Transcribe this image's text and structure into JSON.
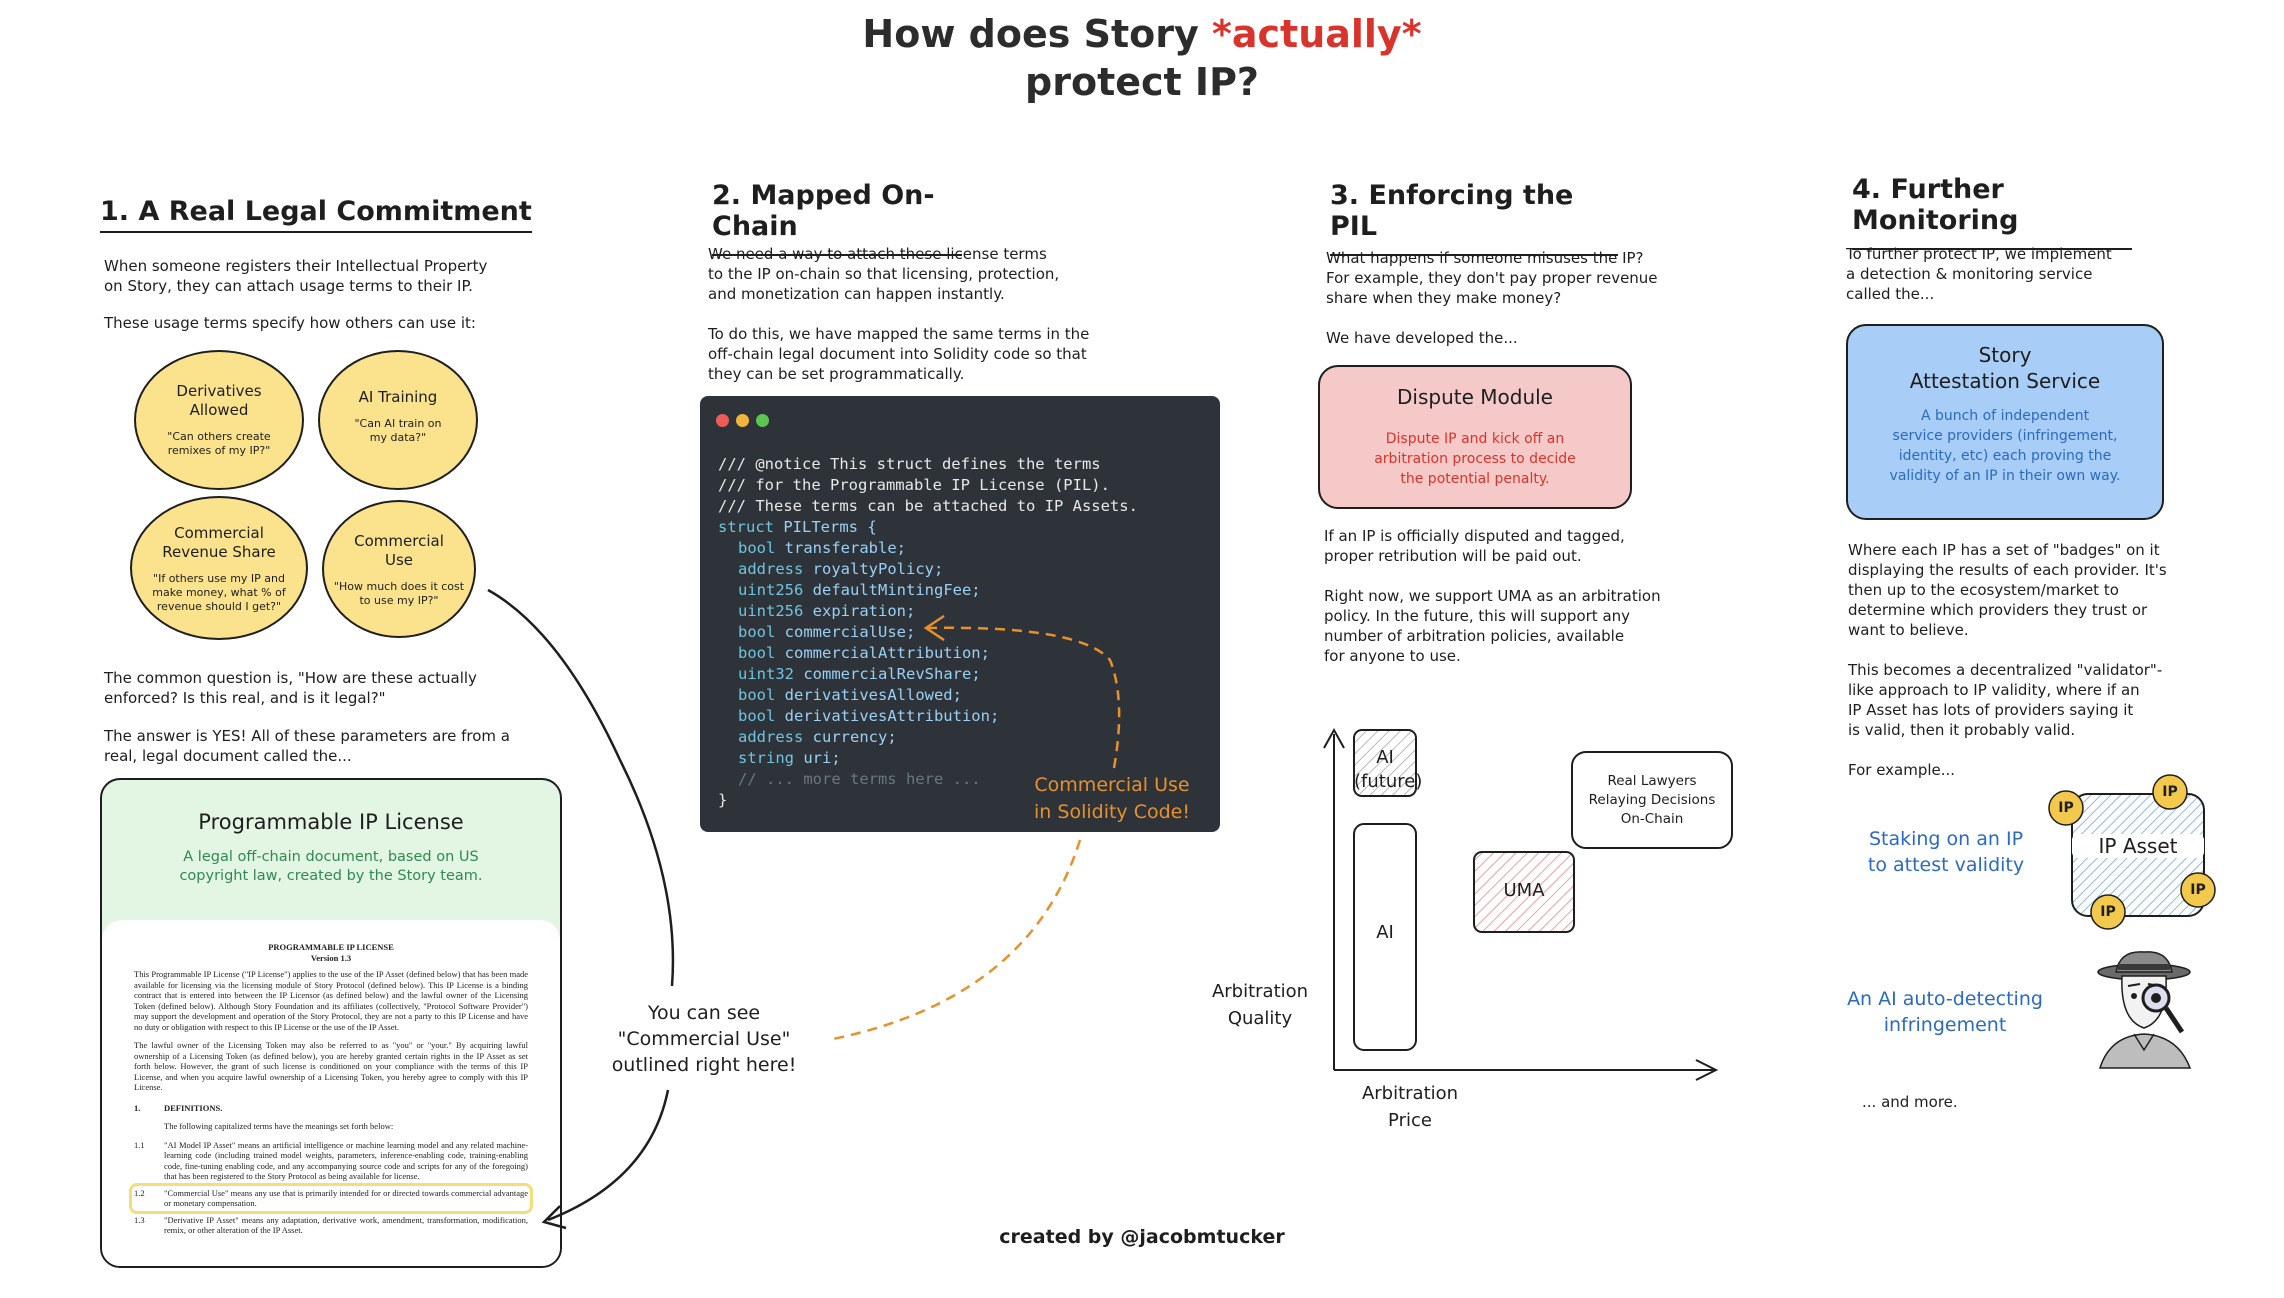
{
  "title": {
    "part1": "How does Story ",
    "accent": "*actually*",
    "part2": "protect IP?"
  },
  "footer": "created by @jacobmtucker",
  "s1": {
    "heading": "1. A Real Legal Commitment",
    "p1a": "When someone registers their Intellectual Property",
    "p1b": "on Story, they can attach usage terms to their IP.",
    "p2": "These usage terms specify how others can use it:",
    "bubbles": [
      {
        "t1": "Derivatives",
        "t2": "Allowed",
        "q1": "\"Can others create",
        "q2": "remixes of my IP?\""
      },
      {
        "t1": "AI Training",
        "t2": "",
        "q1": "\"Can AI train on",
        "q2": "my data?\""
      },
      {
        "t1": "Commercial",
        "t2": "Revenue Share",
        "q1": "\"If others use my IP and",
        "q2": "make money, what % of",
        "q3": "revenue should I get?\""
      },
      {
        "t1": "Commercial",
        "t2": "Use",
        "q1": "\"How much does it cost",
        "q2": "to use my IP?\""
      }
    ],
    "p3a": "The common question is, \"How are these actually",
    "p3b": "enforced? Is this real, and is it legal?\"",
    "p4a": "The answer is YES! All of these parameters are from a",
    "p4b": "real, legal document called the...",
    "pil_title": "Programmable IP License",
    "pil_sub1": "A legal off-chain document, based on US",
    "pil_sub2": "copyright law, created by the Story team.",
    "doc": {
      "h1": "PROGRAMMABLE IP LICENSE",
      "h2": "Version 1.3",
      "para1": "This Programmable IP License (\"IP License\") applies to the use of the IP Asset (defined below) that has been made available for licensing via the licensing module of Story Protocol (defined below). This IP License is a binding contract that is entered into between the IP Licensor (as defined below) and the lawful owner of the Licensing Token (defined below). Although Story Foundation and its affiliates (collectively, \"Protocol Software Provider\") may support the development and operation of the Story Protocol, they are not a party to this IP License and have no duty or obligation with respect to this IP License or the use of the IP Asset.",
      "para2": "The lawful owner of the Licensing Token may also be referred to as \"you\" or \"your.\" By acquiring lawful ownership of a Licensing Token (as defined below), you are hereby granted certain rights in the IP Asset as set forth below. However, the grant of such license is conditioned on your compliance with the terms of this IP License, and when you acquire lawful ownership of a Licensing Token, you hereby agree to comply with this IP License.",
      "def_num": "1.",
      "def_h": "DEFINITIONS.",
      "def_intro": "The following capitalized terms have the meanings set forth below:",
      "d11n": "1.1",
      "d11": "\"AI Model IP Asset\" means an artificial intelligence or machine learning model and any related machine-learning code (including trained model weights, parameters, inference-enabling code, training-enabling code, fine-tuning enabling code, and any accompanying source code and scripts for any of the foregoing) that has been registered to the Story Protocol as being available for license.",
      "d12n": "1.2",
      "d12": "\"Commercial Use\" means any use that is primarily intended for or directed towards commercial advantage or monetary compensation.",
      "d13n": "1.3",
      "d13": "\"Derivative IP Asset\" means any adaptation, derivative work, amendment, transformation, modification, remix, or other alteration of the IP Asset."
    },
    "callout1": "You can see",
    "callout2": "\"Commercial Use\"",
    "callout3": "outlined right here!"
  },
  "s2": {
    "heading": "2. Mapped On-Chain",
    "p1a": "We need a way to attach these license terms",
    "p1b": "to the IP on-chain so that licensing, protection,",
    "p1c": "and monetization can happen instantly.",
    "p2a": "To do this, we have mapped the same terms in the",
    "p2b": "off-chain legal document into Solidity code so that",
    "p2c": "they can be set programmatically.",
    "code": {
      "c1": "/// @notice This struct defines the terms",
      "c2": "/// for the Programmable IP License (PIL).",
      "c3": "/// These terms can be attached to IP Assets.",
      "struct_kw": "struct",
      "struct_name": "PILTerms {",
      "fields": [
        {
          "type": "bool",
          "name": "transferable;"
        },
        {
          "type": "address",
          "name": "royaltyPolicy;"
        },
        {
          "type": "uint256",
          "name": "defaultMintingFee;"
        },
        {
          "type": "uint256",
          "name": "expiration;"
        },
        {
          "type": "bool",
          "name": "commercialUse;"
        },
        {
          "type": "bool",
          "name": "commercialAttribution;"
        },
        {
          "type": "uint32",
          "name": "commercialRevShare;"
        },
        {
          "type": "bool",
          "name": "derivativesAllowed;"
        },
        {
          "type": "bool",
          "name": "derivativesAttribution;"
        },
        {
          "type": "address",
          "name": "currency;"
        },
        {
          "type": "string",
          "name": "uri;"
        }
      ],
      "more": "// ... more terms here ...",
      "close": "}"
    },
    "callout1": "Commercial Use",
    "callout2": "in Solidity Code!"
  },
  "s3": {
    "heading": "3. Enforcing the PIL",
    "p1a": "What happens if someone misuses the IP?",
    "p1b": "For example, they don't pay proper revenue",
    "p1c": "share when they make money?",
    "p2": "We have developed the...",
    "dispute_title": "Dispute Module",
    "dispute1": "Dispute IP and kick off an",
    "dispute2": "arbitration process to decide",
    "dispute3": "the potential penalty.",
    "p3a": "If an IP is officially disputed and tagged,",
    "p3b": "proper retribution will be paid out.",
    "p4a": "Right now, we support UMA as an arbitration",
    "p4b": "policy. In the future, this will support any",
    "p4c": "number of arbitration policies, available",
    "p4d": "for anyone to use.",
    "chart": {
      "ylabel1": "Arbitration",
      "ylabel2": "Quality",
      "xlabel1": "Arbitration",
      "xlabel2": "Price",
      "ai_future1": "AI",
      "ai_future2": "(future)",
      "ai": "AI",
      "uma": "UMA",
      "lawyers1": "Real Lawyers",
      "lawyers2": "Relaying Decisions",
      "lawyers3": "On-Chain"
    }
  },
  "s4": {
    "heading": "4. Further Monitoring",
    "p1a": "To further protect IP, we implement",
    "p1b": "a detection & monitoring service",
    "p1c": "called the...",
    "sas_title1": "Story",
    "sas_title2": "Attestation Service",
    "sas1": "A bunch of independent",
    "sas2": "service providers (infringement,",
    "sas3": "identity, etc) each proving the",
    "sas4": "validity of an IP in their own way.",
    "p2a": "Where each IP has a set of \"badges\" on it",
    "p2b": "displaying the results of each provider. It's",
    "p2c": "then up to the ecosystem/market to",
    "p2d": "determine which providers they trust or",
    "p2e": "want to believe.",
    "p3a": "This becomes a decentralized \"validator\"-",
    "p3b": "like approach to IP validity, where if an",
    "p3c": "IP Asset has lots of providers saying it",
    "p3d": "is valid, then it probably valid.",
    "p4": "For example...",
    "staking1": "Staking on an IP",
    "staking2": "to attest validity",
    "ip_asset": "IP Asset",
    "badge": "IP",
    "ai1": "An AI auto-detecting",
    "ai2": "infringement",
    "more": "... and more.",
    "colors": {
      "blue": "#a8cdf7",
      "yellow": "#f2c94c"
    }
  },
  "colors": {
    "accent_red": "#d9342b",
    "orange": "#e8902a",
    "yellow_bubble": "#fbe28c",
    "green_box": "#e3f5e3",
    "pink_box": "#f6c9c9",
    "code_bg": "#2d3338"
  }
}
